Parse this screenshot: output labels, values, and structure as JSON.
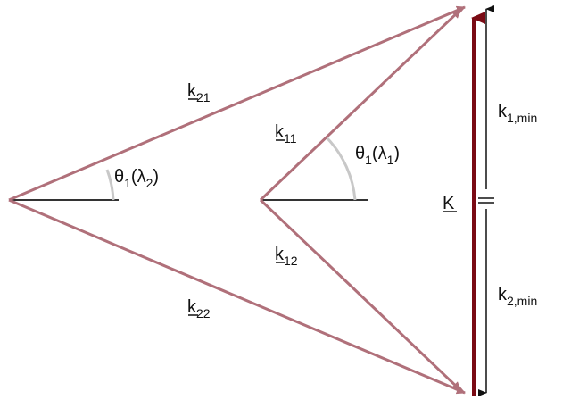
{
  "colors": {
    "vector": "#b0707a",
    "big_vector": "#7a0a14",
    "reference_line": "#333333",
    "angle_arc": "#c8c8c8",
    "dimension": "#111111"
  },
  "labels": {
    "k21": {
      "main": "k",
      "sub": "21"
    },
    "k22": {
      "main": "k",
      "sub": "22"
    },
    "k11": {
      "main": "k",
      "sub": "11"
    },
    "k12": {
      "main": "k",
      "sub": "12"
    },
    "K": {
      "main": "K"
    },
    "theta_left": {
      "theta": "θ",
      "sub": "1",
      "paren_open": "(λ",
      "lsub": "2",
      "paren_close": ")"
    },
    "theta_right": {
      "theta": "θ",
      "sub": "1",
      "paren_open": "(λ",
      "lsub": "1",
      "paren_close": ")"
    },
    "k1min": {
      "main": "k",
      "sub": "1,min"
    },
    "k2min": {
      "main": "k",
      "sub": "2,min"
    }
  }
}
